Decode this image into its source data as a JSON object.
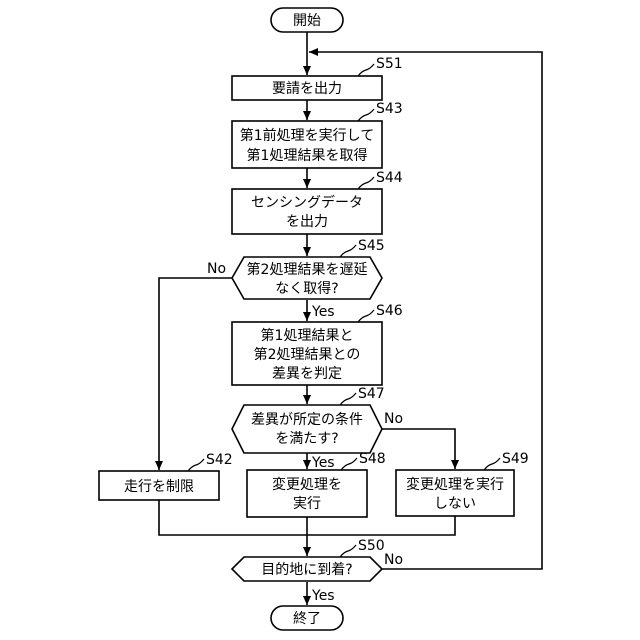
{
  "nodes": {
    "start": {
      "text": "開始"
    },
    "s51": {
      "step": "S51",
      "line1": "要請を出力"
    },
    "s43": {
      "step": "S43",
      "line1": "第1前処理を実行して",
      "line2": "第1処理結果を取得"
    },
    "s44": {
      "step": "S44",
      "line1": "センシングデータ",
      "line2": "を出力"
    },
    "s45": {
      "step": "S45",
      "line1": "第2処理結果を遅延",
      "line2": "なく取得?"
    },
    "s46": {
      "step": "S46",
      "line1": "第1処理結果と",
      "line2": "第2処理結果との",
      "line3": "差異を判定"
    },
    "s47": {
      "step": "S47",
      "line1": "差異が所定の条件",
      "line2": "を満たす?"
    },
    "s42": {
      "step": "S42",
      "line1": "走行を制限"
    },
    "s48": {
      "step": "S48",
      "line1": "変更処理を",
      "line2": "実行"
    },
    "s49": {
      "step": "S49",
      "line1": "変更処理を実行",
      "line2": "しない"
    },
    "s50": {
      "step": "S50",
      "line1": "目的地に到着?"
    },
    "end": {
      "text": "終了"
    }
  },
  "branches": {
    "s45_yes": "Yes",
    "s45_no": "No",
    "s47_yes": "Yes",
    "s47_no": "No",
    "s50_yes": "Yes",
    "s50_no": "No"
  },
  "colors": {
    "line": "#000000",
    "fill": "#ffffff"
  }
}
